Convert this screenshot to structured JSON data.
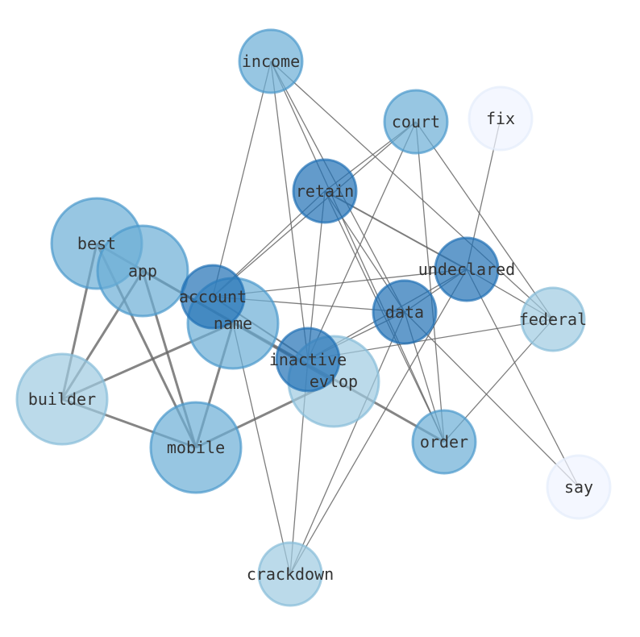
{
  "colors": {
    "dark": "#2171b5",
    "medium": "#6baed6",
    "light": "#9ecae1",
    "pale": "#eff3ff",
    "edge": "#666666"
  },
  "nodes": [
    {
      "id": "income",
      "label": "income",
      "tone": "medium",
      "size": "small"
    },
    {
      "id": "court",
      "label": "court",
      "tone": "medium",
      "size": "small"
    },
    {
      "id": "fix",
      "label": "fix",
      "tone": "pale",
      "size": "small"
    },
    {
      "id": "retain",
      "label": "retain",
      "tone": "dark",
      "size": "small"
    },
    {
      "id": "best",
      "label": "best",
      "tone": "medium",
      "size": "large"
    },
    {
      "id": "app",
      "label": "app",
      "tone": "medium",
      "size": "large"
    },
    {
      "id": "name",
      "label": "name",
      "tone": "medium",
      "size": "large"
    },
    {
      "id": "account",
      "label": "account",
      "tone": "dark",
      "size": "small"
    },
    {
      "id": "undeclared",
      "label": "undeclared",
      "tone": "dark",
      "size": "small"
    },
    {
      "id": "data",
      "label": "data",
      "tone": "dark",
      "size": "small"
    },
    {
      "id": "federal",
      "label": "federal",
      "tone": "light",
      "size": "small"
    },
    {
      "id": "evlop",
      "label": "evlop",
      "tone": "light",
      "size": "large"
    },
    {
      "id": "inactive",
      "label": "inactive",
      "tone": "dark",
      "size": "small"
    },
    {
      "id": "builder",
      "label": "builder",
      "tone": "light",
      "size": "large"
    },
    {
      "id": "mobile",
      "label": "mobile",
      "tone": "medium",
      "size": "large"
    },
    {
      "id": "order",
      "label": "order",
      "tone": "medium",
      "size": "small"
    },
    {
      "id": "say",
      "label": "say",
      "tone": "pale",
      "size": "small"
    },
    {
      "id": "crackdown",
      "label": "crackdown",
      "tone": "light",
      "size": "small"
    }
  ],
  "edges": [
    [
      "income",
      "account",
      1
    ],
    [
      "income",
      "inactive",
      1
    ],
    [
      "income",
      "data",
      1
    ],
    [
      "income",
      "order",
      1
    ],
    [
      "income",
      "federal",
      1
    ],
    [
      "court",
      "retain",
      1
    ],
    [
      "court",
      "account",
      1
    ],
    [
      "court",
      "inactive",
      1
    ],
    [
      "court",
      "order",
      1
    ],
    [
      "court",
      "federal",
      1
    ],
    [
      "retain",
      "account",
      1
    ],
    [
      "retain",
      "inactive",
      1
    ],
    [
      "retain",
      "undeclared",
      2
    ],
    [
      "retain",
      "data",
      1
    ],
    [
      "retain",
      "order",
      1
    ],
    [
      "fix",
      "undeclared",
      1
    ],
    [
      "undeclared",
      "account",
      1
    ],
    [
      "undeclared",
      "data",
      1
    ],
    [
      "undeclared",
      "inactive",
      1
    ],
    [
      "undeclared",
      "federal",
      1
    ],
    [
      "undeclared",
      "say",
      1
    ],
    [
      "undeclared",
      "crackdown",
      1
    ],
    [
      "data",
      "account",
      1
    ],
    [
      "data",
      "inactive",
      1
    ],
    [
      "data",
      "order",
      1
    ],
    [
      "data",
      "say",
      1
    ],
    [
      "data",
      "crackdown",
      1
    ],
    [
      "federal",
      "inactive",
      1
    ],
    [
      "federal",
      "order",
      1
    ],
    [
      "inactive",
      "crackdown",
      1
    ],
    [
      "account",
      "inactive",
      2
    ],
    [
      "best",
      "builder",
      3
    ],
    [
      "best",
      "mobile",
      3
    ],
    [
      "best",
      "evlop",
      3
    ],
    [
      "app",
      "builder",
      3
    ],
    [
      "app",
      "mobile",
      3
    ],
    [
      "app",
      "order",
      3
    ],
    [
      "name",
      "builder",
      3
    ],
    [
      "name",
      "mobile",
      3
    ],
    [
      "name",
      "crackdown",
      1
    ],
    [
      "evlop",
      "mobile",
      3
    ],
    [
      "builder",
      "mobile",
      3
    ]
  ]
}
